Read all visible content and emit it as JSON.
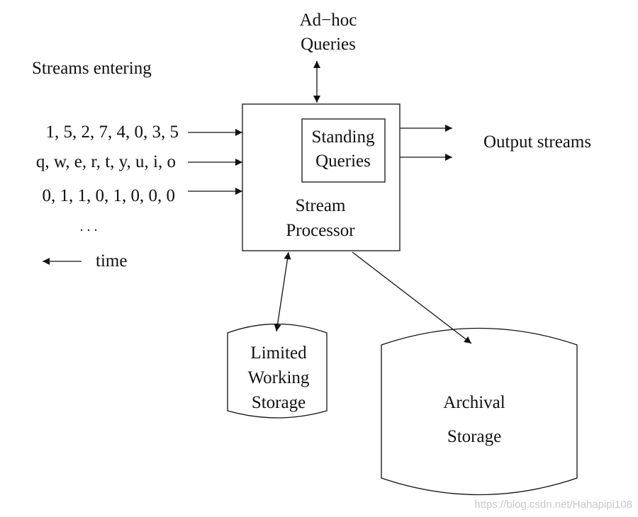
{
  "adhoc": {
    "line1": "Ad−hoc",
    "line2": "Queries"
  },
  "streams_entering": "Streams entering",
  "streams": [
    "1, 5, 2, 7, 4, 0, 3, 5",
    "q, w, e, r, t, y, u, i, o",
    "0, 1, 1, 0, 1, 0, 0, 0"
  ],
  "ellipsis": ". . .",
  "time_label": "time",
  "standing": {
    "line1": "Standing",
    "line2": "Queries"
  },
  "processor": {
    "line1": "Stream",
    "line2": "Processor"
  },
  "output_streams": "Output streams",
  "limited": {
    "line1": "Limited",
    "line2": "Working",
    "line3": "Storage"
  },
  "archival": {
    "line1": "Archival",
    "line2": "Storage"
  },
  "watermark": "https://blog.csdn.net/Hahapipi108"
}
